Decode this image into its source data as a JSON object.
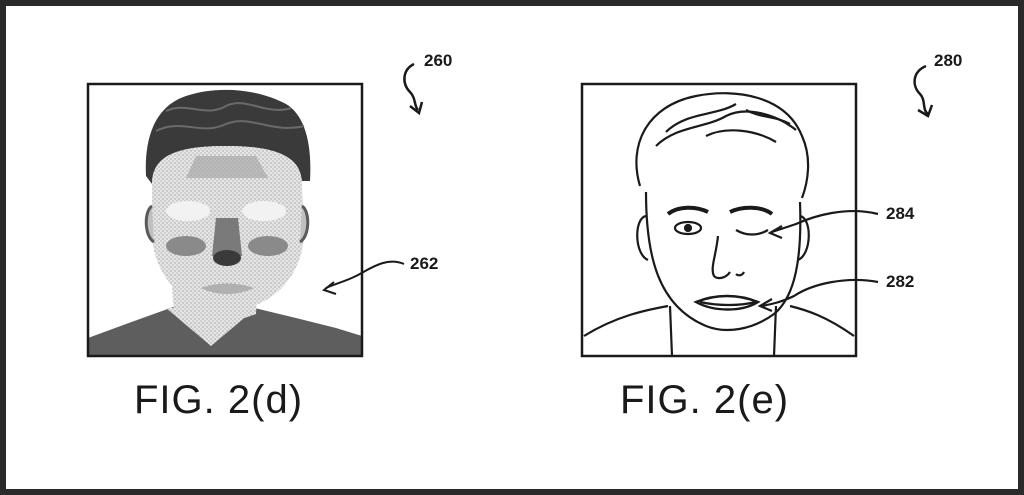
{
  "figures": [
    {
      "caption": "FIG. 2(d)",
      "ref_main": "260",
      "ref_part": "262",
      "style": "grayscale-stippled-face"
    },
    {
      "caption": "FIG. 2(e)",
      "ref_main": "280",
      "ref_part_eye": "284",
      "ref_part_mouth": "282",
      "style": "line-drawing-face-winking"
    }
  ],
  "colors": {
    "ink": "#1a1a1a",
    "hair_dark": "#3a3a3a",
    "skin_stipple": "#dcdcdc",
    "shade_mid": "#8a8a8a",
    "background": "#ffffff",
    "border": "#2a2a2a"
  }
}
